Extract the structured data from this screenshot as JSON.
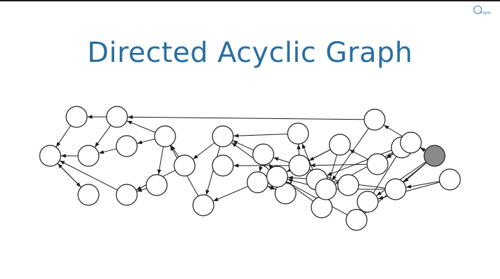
{
  "slide": {
    "title": "Directed Acyclic Graph",
    "brand_name": "Fogify"
  },
  "colors": {
    "title": "#2a6fa0",
    "brand": "#3a7fb5",
    "top_rule": "#1a1a1a",
    "node_fill": "#ffffff",
    "node_stroke": "#1a1a1a",
    "highlight_fill": "#8a8a8a",
    "edge": "#1a1a1a"
  },
  "graph": {
    "highlighted_node": "n31",
    "nodes": [
      "n1",
      "n2",
      "n3",
      "n4",
      "n5",
      "n6",
      "n7",
      "n8",
      "n9",
      "n10",
      "n11",
      "n12",
      "n13",
      "n14",
      "n15",
      "n16",
      "n17",
      "n18",
      "n19",
      "n20",
      "n21",
      "n22",
      "n23",
      "n24",
      "n25",
      "n26",
      "n27",
      "n28",
      "n29",
      "n30",
      "n31",
      "n32",
      "n33"
    ],
    "edges": [
      [
        "n29",
        "n5"
      ],
      [
        "n31",
        "n30"
      ],
      [
        "n31",
        "n29"
      ],
      [
        "n31",
        "n28"
      ],
      [
        "n31",
        "n32"
      ],
      [
        "n31",
        "n25"
      ],
      [
        "n30",
        "n27"
      ],
      [
        "n30",
        "n22"
      ],
      [
        "n30",
        "n24"
      ],
      [
        "n29",
        "n26"
      ],
      [
        "n33",
        "n28"
      ],
      [
        "n33",
        "n32"
      ],
      [
        "n28",
        "n26"
      ],
      [
        "n28",
        "n24"
      ],
      [
        "n27",
        "n26"
      ],
      [
        "n27",
        "n22"
      ],
      [
        "n27",
        "n25"
      ],
      [
        "n26",
        "n23"
      ],
      [
        "n25",
        "n23"
      ],
      [
        "n25",
        "n32"
      ],
      [
        "n24",
        "n23"
      ],
      [
        "n24",
        "n17"
      ],
      [
        "n22",
        "n18"
      ],
      [
        "n22",
        "n20"
      ],
      [
        "n21",
        "n18"
      ],
      [
        "n20",
        "n18"
      ],
      [
        "n20",
        "n19"
      ],
      [
        "n20",
        "n23"
      ],
      [
        "n23",
        "n16"
      ],
      [
        "n18",
        "n13"
      ],
      [
        "n18",
        "n17"
      ],
      [
        "n18",
        "n16"
      ],
      [
        "n17",
        "n12"
      ],
      [
        "n19",
        "n12"
      ],
      [
        "n16",
        "n12"
      ],
      [
        "n16",
        "n14"
      ],
      [
        "n15",
        "n14"
      ],
      [
        "n12",
        "n10"
      ],
      [
        "n12",
        "n11"
      ],
      [
        "n14",
        "n11"
      ],
      [
        "n14",
        "n15"
      ],
      [
        "n11",
        "n9"
      ],
      [
        "n10",
        "n9"
      ],
      [
        "n10",
        "n6"
      ],
      [
        "n9",
        "n5"
      ],
      [
        "n9",
        "n8"
      ],
      [
        "n9",
        "n7"
      ],
      [
        "n8",
        "n6"
      ],
      [
        "n7",
        "n3"
      ],
      [
        "n5",
        "n2"
      ],
      [
        "n5",
        "n3"
      ],
      [
        "n6",
        "n1"
      ],
      [
        "n4",
        "n1"
      ],
      [
        "n3",
        "n1"
      ],
      [
        "n2",
        "n1"
      ],
      [
        "n1",
        "n4"
      ]
    ]
  }
}
